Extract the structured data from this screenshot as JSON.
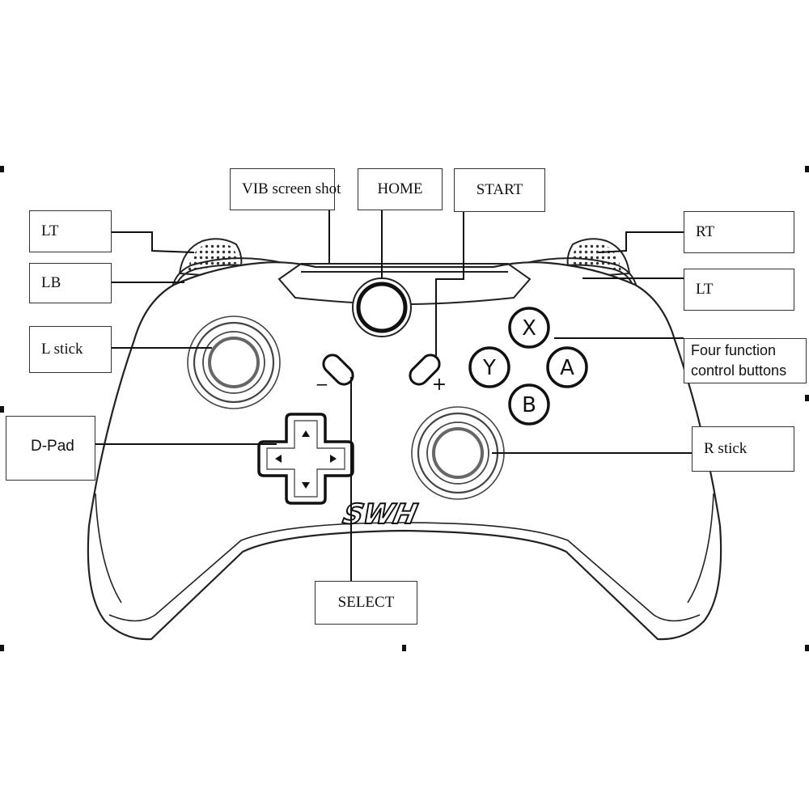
{
  "labels": {
    "lt_left": "LT",
    "lb": "LB",
    "l_stick": "L stick",
    "d_pad": "D-Pad",
    "vib": "VIB screen shot",
    "home": "HOME",
    "start": "START",
    "rt": "RT",
    "lt_right": "LT",
    "function_line1": "Four function",
    "function_line2": "control buttons",
    "r_stick": "R stick",
    "select": "SELECT"
  },
  "buttons": {
    "x": "X",
    "y": "Y",
    "a": "A",
    "b": "B"
  },
  "symbols": {
    "minus": "−",
    "plus": "+"
  },
  "brand": "SWH"
}
